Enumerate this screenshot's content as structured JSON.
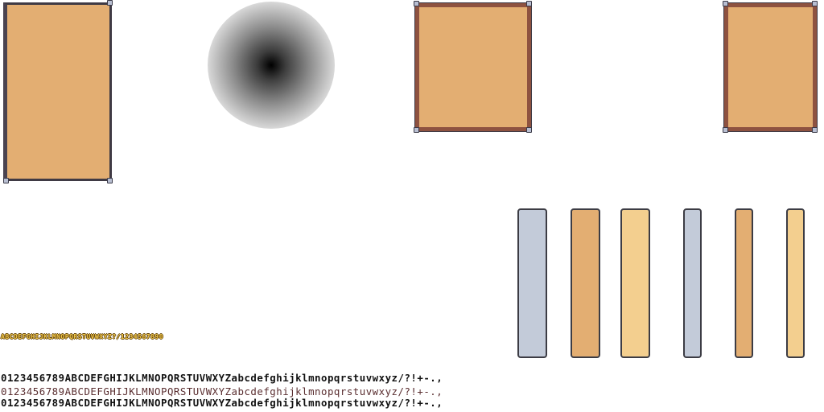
{
  "palette": {
    "wood": "#e3ae72",
    "frame_dark": "#3f3a44",
    "frame_red": "#8e5240",
    "rivet": "#b9bfd2",
    "bar_blue": "#c3cbd9",
    "bar_orange": "#e3ae72",
    "bar_cream": "#f3cf8f"
  },
  "sprites": {
    "panel_tall": {
      "icon": "wood-panel-icon"
    },
    "shadow": {
      "icon": "radial-shadow-icon"
    },
    "panel_square_1": {
      "icon": "framed-panel-icon"
    },
    "panel_square_2": {
      "icon": "framed-panel-icon"
    }
  },
  "bars": [
    {
      "color": "#c3cbd9",
      "icon": "bar-wide-blue"
    },
    {
      "color": "#e3ae72",
      "icon": "bar-wide-orange"
    },
    {
      "color": "#f3cf8f",
      "icon": "bar-wide-cream"
    },
    {
      "color": "#c3cbd9",
      "icon": "bar-narrow-blue"
    },
    {
      "color": "#e3ae72",
      "icon": "bar-narrow-orange"
    },
    {
      "color": "#f3cf8f",
      "icon": "bar-narrow-cream"
    }
  ],
  "fonts": {
    "small": "ABCDEFGHIJKLMNOPQRSTUVWXYZ?/1234567890",
    "row1": "0123456789ABCDEFGHIJKLMNOPQRSTUVWXYZabcdefghijklmnopqrstuvwxyz/?!+-.,",
    "row2": "0123456789ABCDEFGHIJKLMNOPQRSTUVWXYZabcdefghijklmnopqrstuvwxyz/?!+-.,",
    "row3": "0123456789ABCDEFGHIJKLMNOPQRSTUVWXYZabcdefghijklmnopqrstuvwxyz/?!+-.,"
  }
}
